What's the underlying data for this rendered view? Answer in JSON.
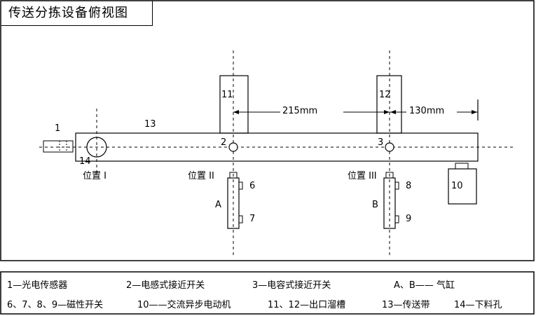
{
  "title": "传送分拣设备俯视图",
  "labels": {
    "n1": "1",
    "n13": "13",
    "n14": "14",
    "n11": "11",
    "n12": "12",
    "n2": "2",
    "n3": "3",
    "n6": "6",
    "n7": "7",
    "n8": "8",
    "n9": "9",
    "n10": "10",
    "A": "A",
    "B": "B",
    "pos1": "位置 I",
    "pos2": "位置 II",
    "pos3": "位置 III",
    "dim1": "215mm",
    "dim2": "130mm"
  },
  "legend": {
    "row1": [
      "1—光电传感器",
      "2—电感式接近开关",
      "3—电容式接近开关",
      "A、B—— 气缸"
    ],
    "row2": [
      "6、7、8、9—磁性开关",
      "10——交流异步电动机",
      "11、12—出口溜槽",
      "13—传送带",
      "14—下料孔"
    ]
  }
}
